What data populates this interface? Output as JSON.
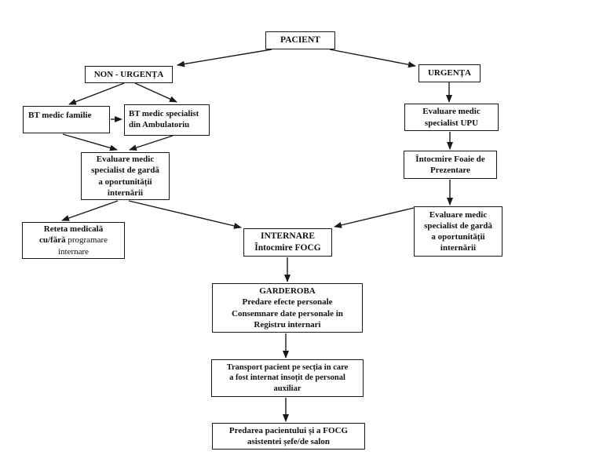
{
  "diagram": {
    "colors": {
      "line": "#1a1a1a",
      "background": "#ffffff",
      "text": "#111111"
    },
    "boxes": {
      "pacient": {
        "label": "PACIENT"
      },
      "non_urgenta": {
        "label": "NON - URGENȚA"
      },
      "urgenta": {
        "label": "URGENȚA"
      },
      "bt_familie": {
        "label": "BT medic familie"
      },
      "bt_specialist": {
        "lines": [
          "BT medic specialist",
          "din Ambulatoriu"
        ]
      },
      "eval_garda_left": {
        "lines": [
          "Evaluare medic",
          "specialist de gardă",
          "a oportunității",
          "internării"
        ]
      },
      "reteta": {
        "line1": "Reteta medicală",
        "line2_bold": "cu/fără",
        "line2_rest": " programare",
        "line3": "internare"
      },
      "internare": {
        "lines": [
          "INTERNARE",
          "Întocmire FOCG"
        ]
      },
      "eval_upu": {
        "lines": [
          "Evaluare medic",
          "specialist UPU"
        ]
      },
      "foaie_prezentare": {
        "lines": [
          "Întocmire Foaie de",
          "Prezentare"
        ]
      },
      "eval_garda_right": {
        "lines": [
          "Evaluare medic",
          "specialist de gardă",
          "a oportunității",
          "internării"
        ]
      },
      "garderoba": {
        "lines": [
          "GARDEROBA",
          "Predare efecte personale",
          "Consemnare date personale in",
          "Registru internari"
        ]
      },
      "transport": {
        "lines": [
          "Transport pacient pe secția in care",
          "a fost internat insoțit de personal",
          "auxiliar"
        ]
      },
      "predarea": {
        "lines": [
          "Predarea pacientului și a FOCG",
          "asistentei șefe/de salon"
        ]
      }
    }
  }
}
